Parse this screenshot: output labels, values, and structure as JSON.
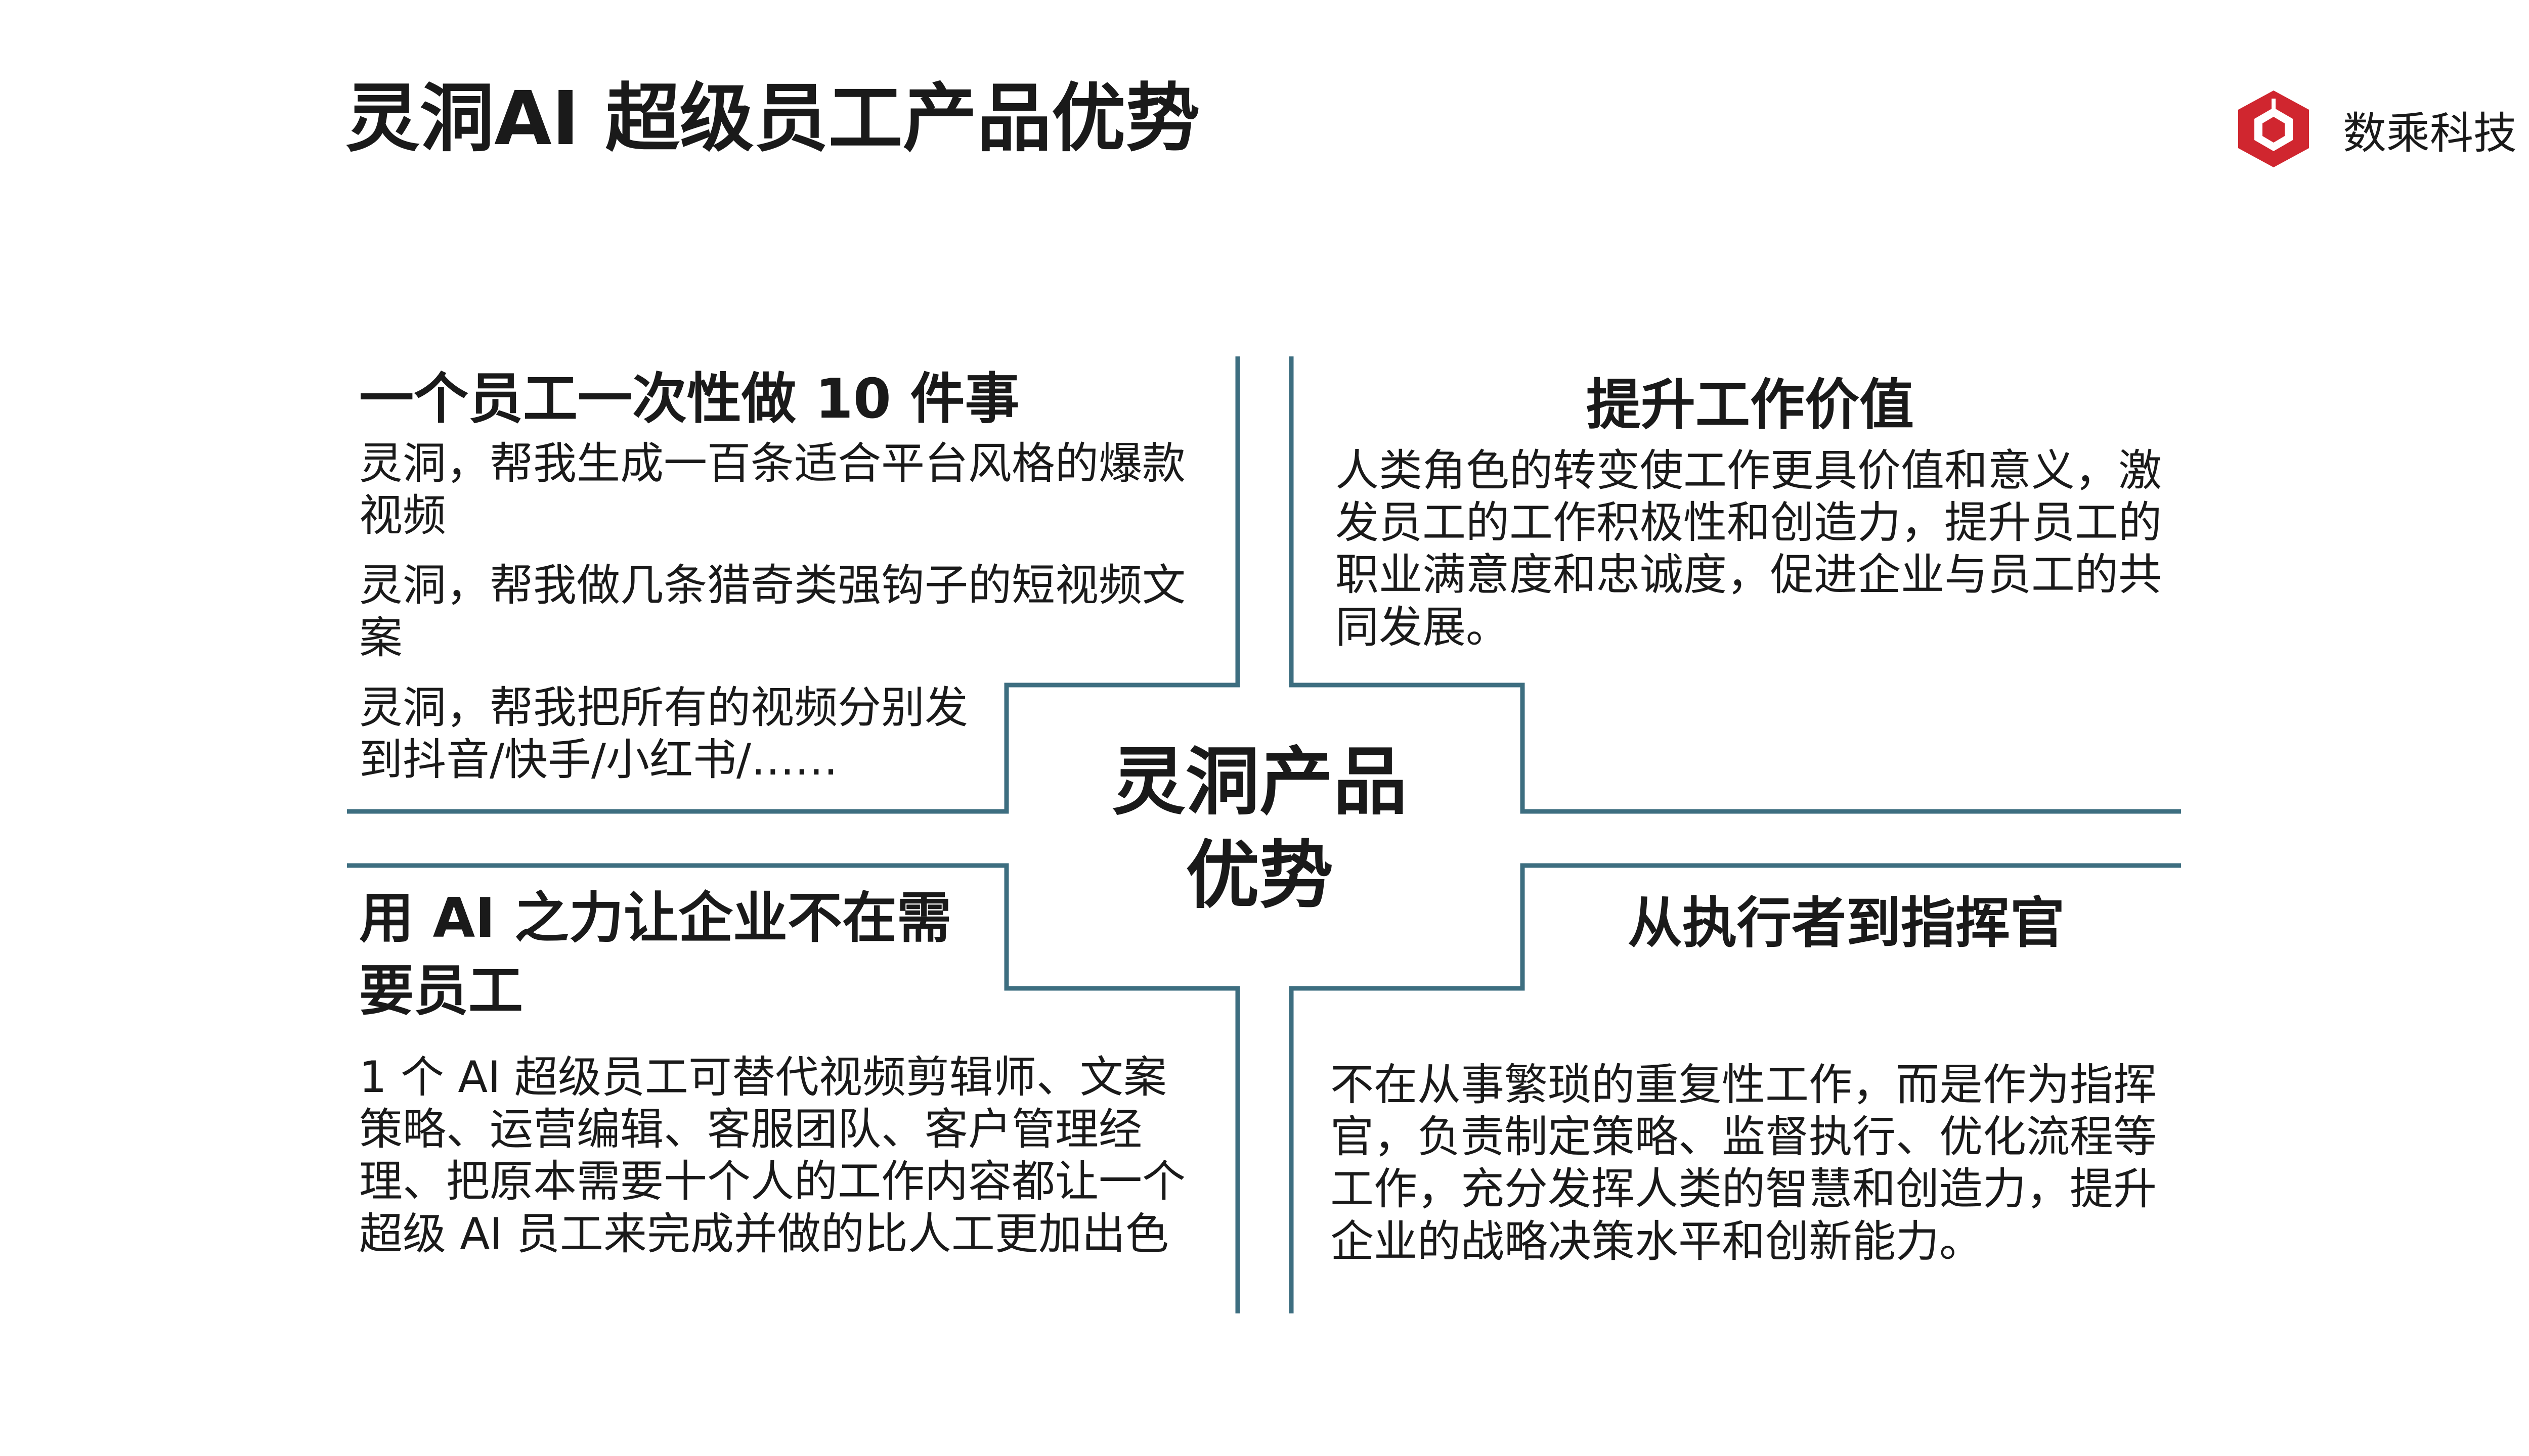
{
  "header": {
    "title": "灵洞AI 超级员工产品优势",
    "logo_text": "数乘科技",
    "logo_icon": "cube-logo-icon",
    "brand_color": "#d0262f"
  },
  "center": {
    "line1": "灵洞产品",
    "line2": "优势"
  },
  "quadrants": {
    "top_left": {
      "heading": "一个员工一次性做 10 件事",
      "items": [
        "灵洞，帮我生成一百条适合平台风格的爆款视频",
        "灵洞，帮我做几条猎奇类强钩子的短视频文案",
        "灵洞，帮我把所有的视频分别发到抖音/快手/小红书/……"
      ]
    },
    "top_right": {
      "heading": "提升工作价值",
      "body": "人类角色的转变使工作更具价值和意义，激发员工的工作积极性和创造力，提升员工的职业满意度和忠诚度，促进企业与员工的共同发展。"
    },
    "bottom_left": {
      "heading": "用 AI 之力让企业不在需要员工",
      "body": "1 个 AI 超级员工可替代视频剪辑师、文案策略、运营编辑、客服团队、客户管理经理、把原本需要十个人的工作内容都让一个超级 AI 员工来完成并做的比人工更加出色"
    },
    "bottom_right": {
      "heading": "从执行者到指挥官",
      "body": "不在从事繁琐的重复性工作，而是作为指挥官，负责制定策略、监督执行、优化流程等工作，充分发挥人类的智慧和创造力，提升企业的战略决策水平和创新能力。"
    }
  },
  "colors": {
    "divider": "#3d6e80",
    "text": "#1a1a1a"
  }
}
